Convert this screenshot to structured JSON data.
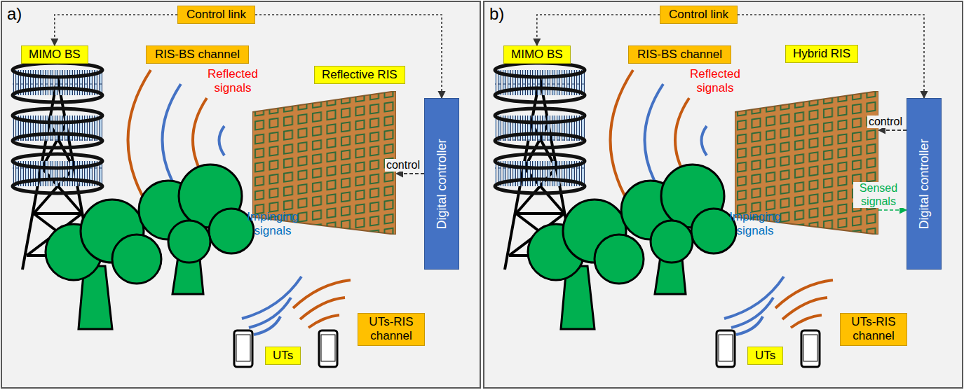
{
  "diagram": {
    "nodes": [
      {
        "text": [
          "Control link"
        ]
      },
      {
        "text": [
          "MIMO BS"
        ]
      },
      {
        "text": [
          "RIS-BS channel"
        ]
      },
      {
        "text": [
          "Reflective RIS"
        ]
      },
      {
        "text": [
          "Digital controller"
        ]
      },
      {
        "text": [
          "UTs-RIS channel"
        ]
      },
      {
        "text": [
          "UTs"
        ]
      },
      {
        "text": [
          "Control link"
        ]
      },
      {
        "text": [
          "MIMO BS"
        ]
      },
      {
        "text": [
          "RIS-BS channel"
        ]
      },
      {
        "text": [
          "Hybrid RIS"
        ]
      },
      {
        "text": [
          "Digital controller"
        ]
      },
      {
        "text": [
          "UTs-RIS channel"
        ]
      },
      {
        "text": [
          "UTs"
        ]
      }
    ],
    "edges": [
      {
        "from": 0,
        "to": 1,
        "arrow": "to"
      },
      {
        "from": 0,
        "to": 4,
        "arrow": "to"
      },
      {
        "from": 4,
        "to": 3,
        "label": "control",
        "arrow": "to"
      },
      {
        "from": 7,
        "to": 8,
        "arrow": "to"
      },
      {
        "from": 7,
        "to": 11,
        "arrow": "to"
      },
      {
        "from": 11,
        "to": 10,
        "label": "control",
        "arrow": "to"
      },
      {
        "from": 10,
        "to": 11,
        "label": "Sensed signals",
        "arrow": "to"
      }
    ],
    "labels": [
      "a)",
      "Reflected signals",
      "Impinging signals",
      "b)",
      "Reflected signals",
      "Impinging signals"
    ]
  }
}
